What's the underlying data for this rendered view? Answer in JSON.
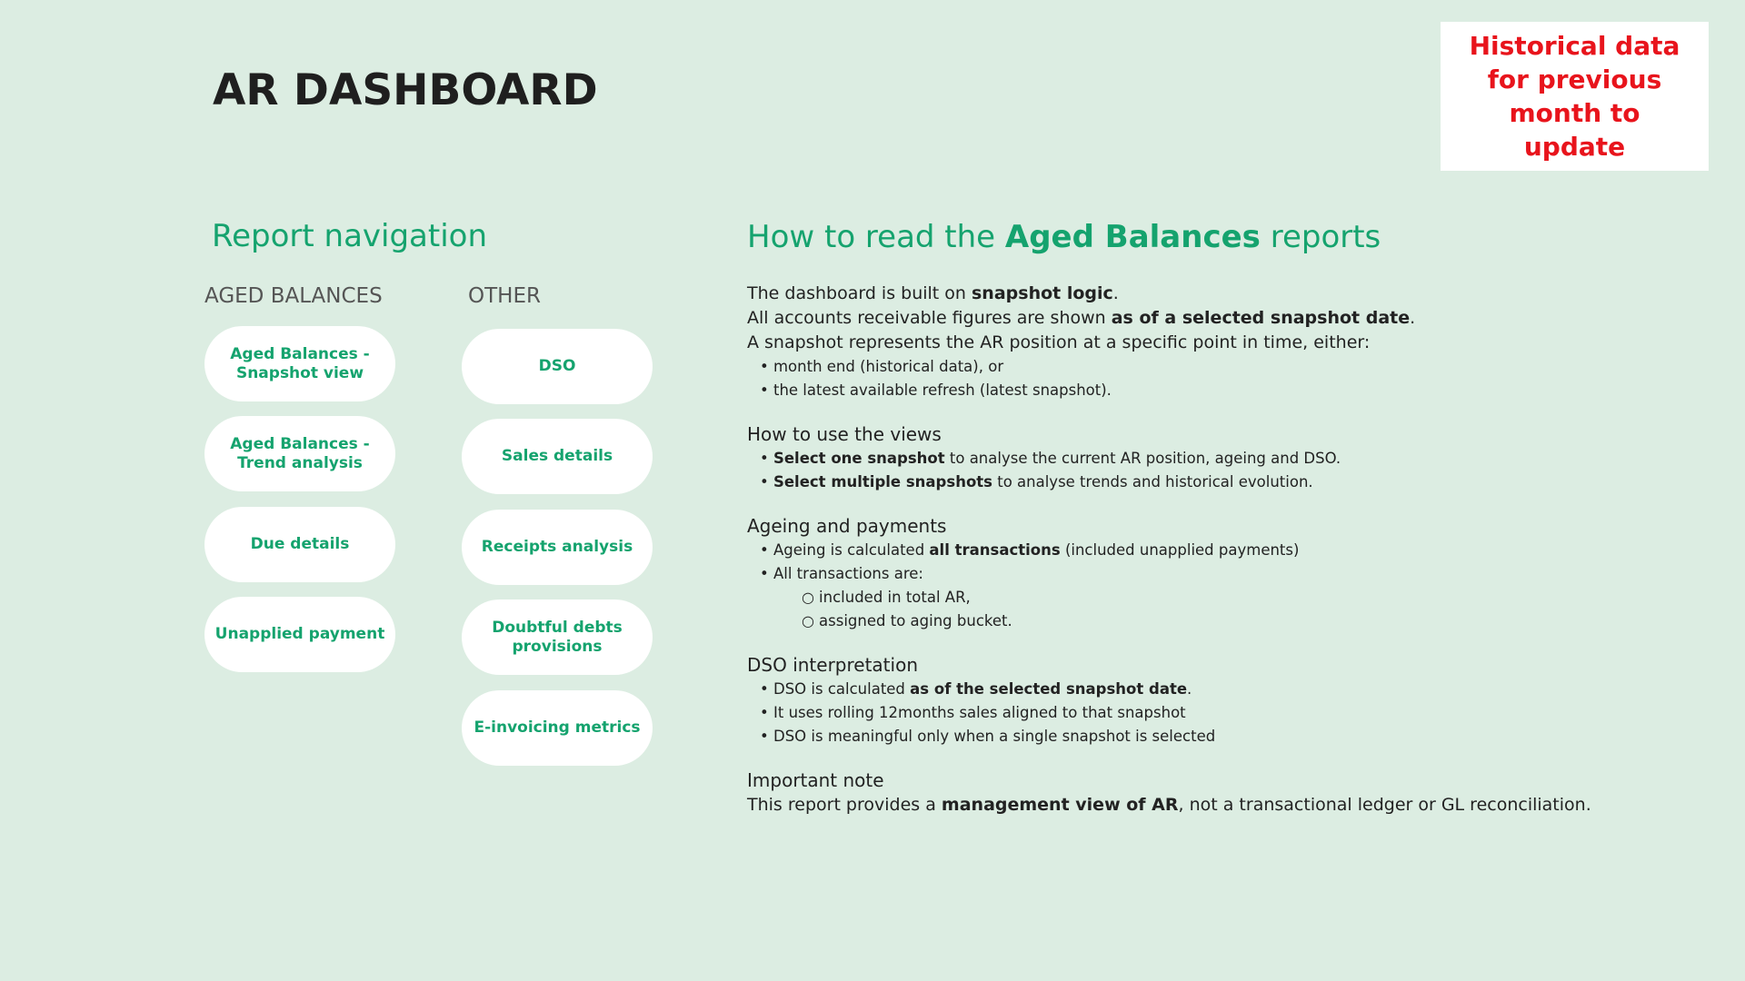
{
  "page": {
    "title": "AR DASHBOARD",
    "notice": "Historical data for previous month to update"
  },
  "navigation": {
    "heading": "Report navigation",
    "aged_label": "AGED BALANCES",
    "other_label": "OTHER",
    "aged_items": [
      "Aged Balances - Snapshot view",
      "Aged Balances - Trend analysis",
      "Due details",
      "Unapplied payment"
    ],
    "other_items": [
      "DSO",
      "Sales details",
      "Receipts analysis",
      "Doubtful debts provisions",
      "E-invoicing metrics"
    ]
  },
  "help": {
    "heading_prefix": "How to read the ",
    "heading_bold": "Aged Balances",
    "heading_suffix": " reports",
    "intro": {
      "l1_a": "The dashboard is built on ",
      "l1_b": "snapshot logic",
      "l1_c": ".",
      "l2_a": "All accounts receivable figures are shown ",
      "l2_b": "as of a selected snapshot date",
      "l2_c": ".",
      "l3": "A snapshot represents the AR position at a specific point in time, either:",
      "b1": "month end (historical data), or",
      "b2": "the latest available refresh (latest snapshot)."
    },
    "views": {
      "title": "How to use the views",
      "b1_bold": "Select one snapshot",
      "b1_rest": " to analyse the current AR position, ageing and DSO.",
      "b2_bold": "Select multiple snapshots",
      "b2_rest": " to analyse trends and historical evolution."
    },
    "ageing": {
      "title": "Ageing and payments",
      "b1_a": "Ageing is calculated ",
      "b1_bold": "all transactions",
      "b1_c": " (included unapplied payments)",
      "b2": "All transactions are:",
      "s1": "included in total AR,",
      "s2": "assigned to aging bucket."
    },
    "dso": {
      "title": "DSO interpretation",
      "b1_a": "DSO is calculated ",
      "b1_bold": "as of the selected snapshot date",
      "b1_c": ".",
      "b2": "It uses rolling 12months sales aligned to that snapshot",
      "b3": "DSO is meaningful only when a single snapshot is selected"
    },
    "note": {
      "title": "Important note",
      "a": "This report provides a ",
      "bold": "management view of AR",
      "c": ", not a transactional ledger or GL reconciliation."
    }
  }
}
